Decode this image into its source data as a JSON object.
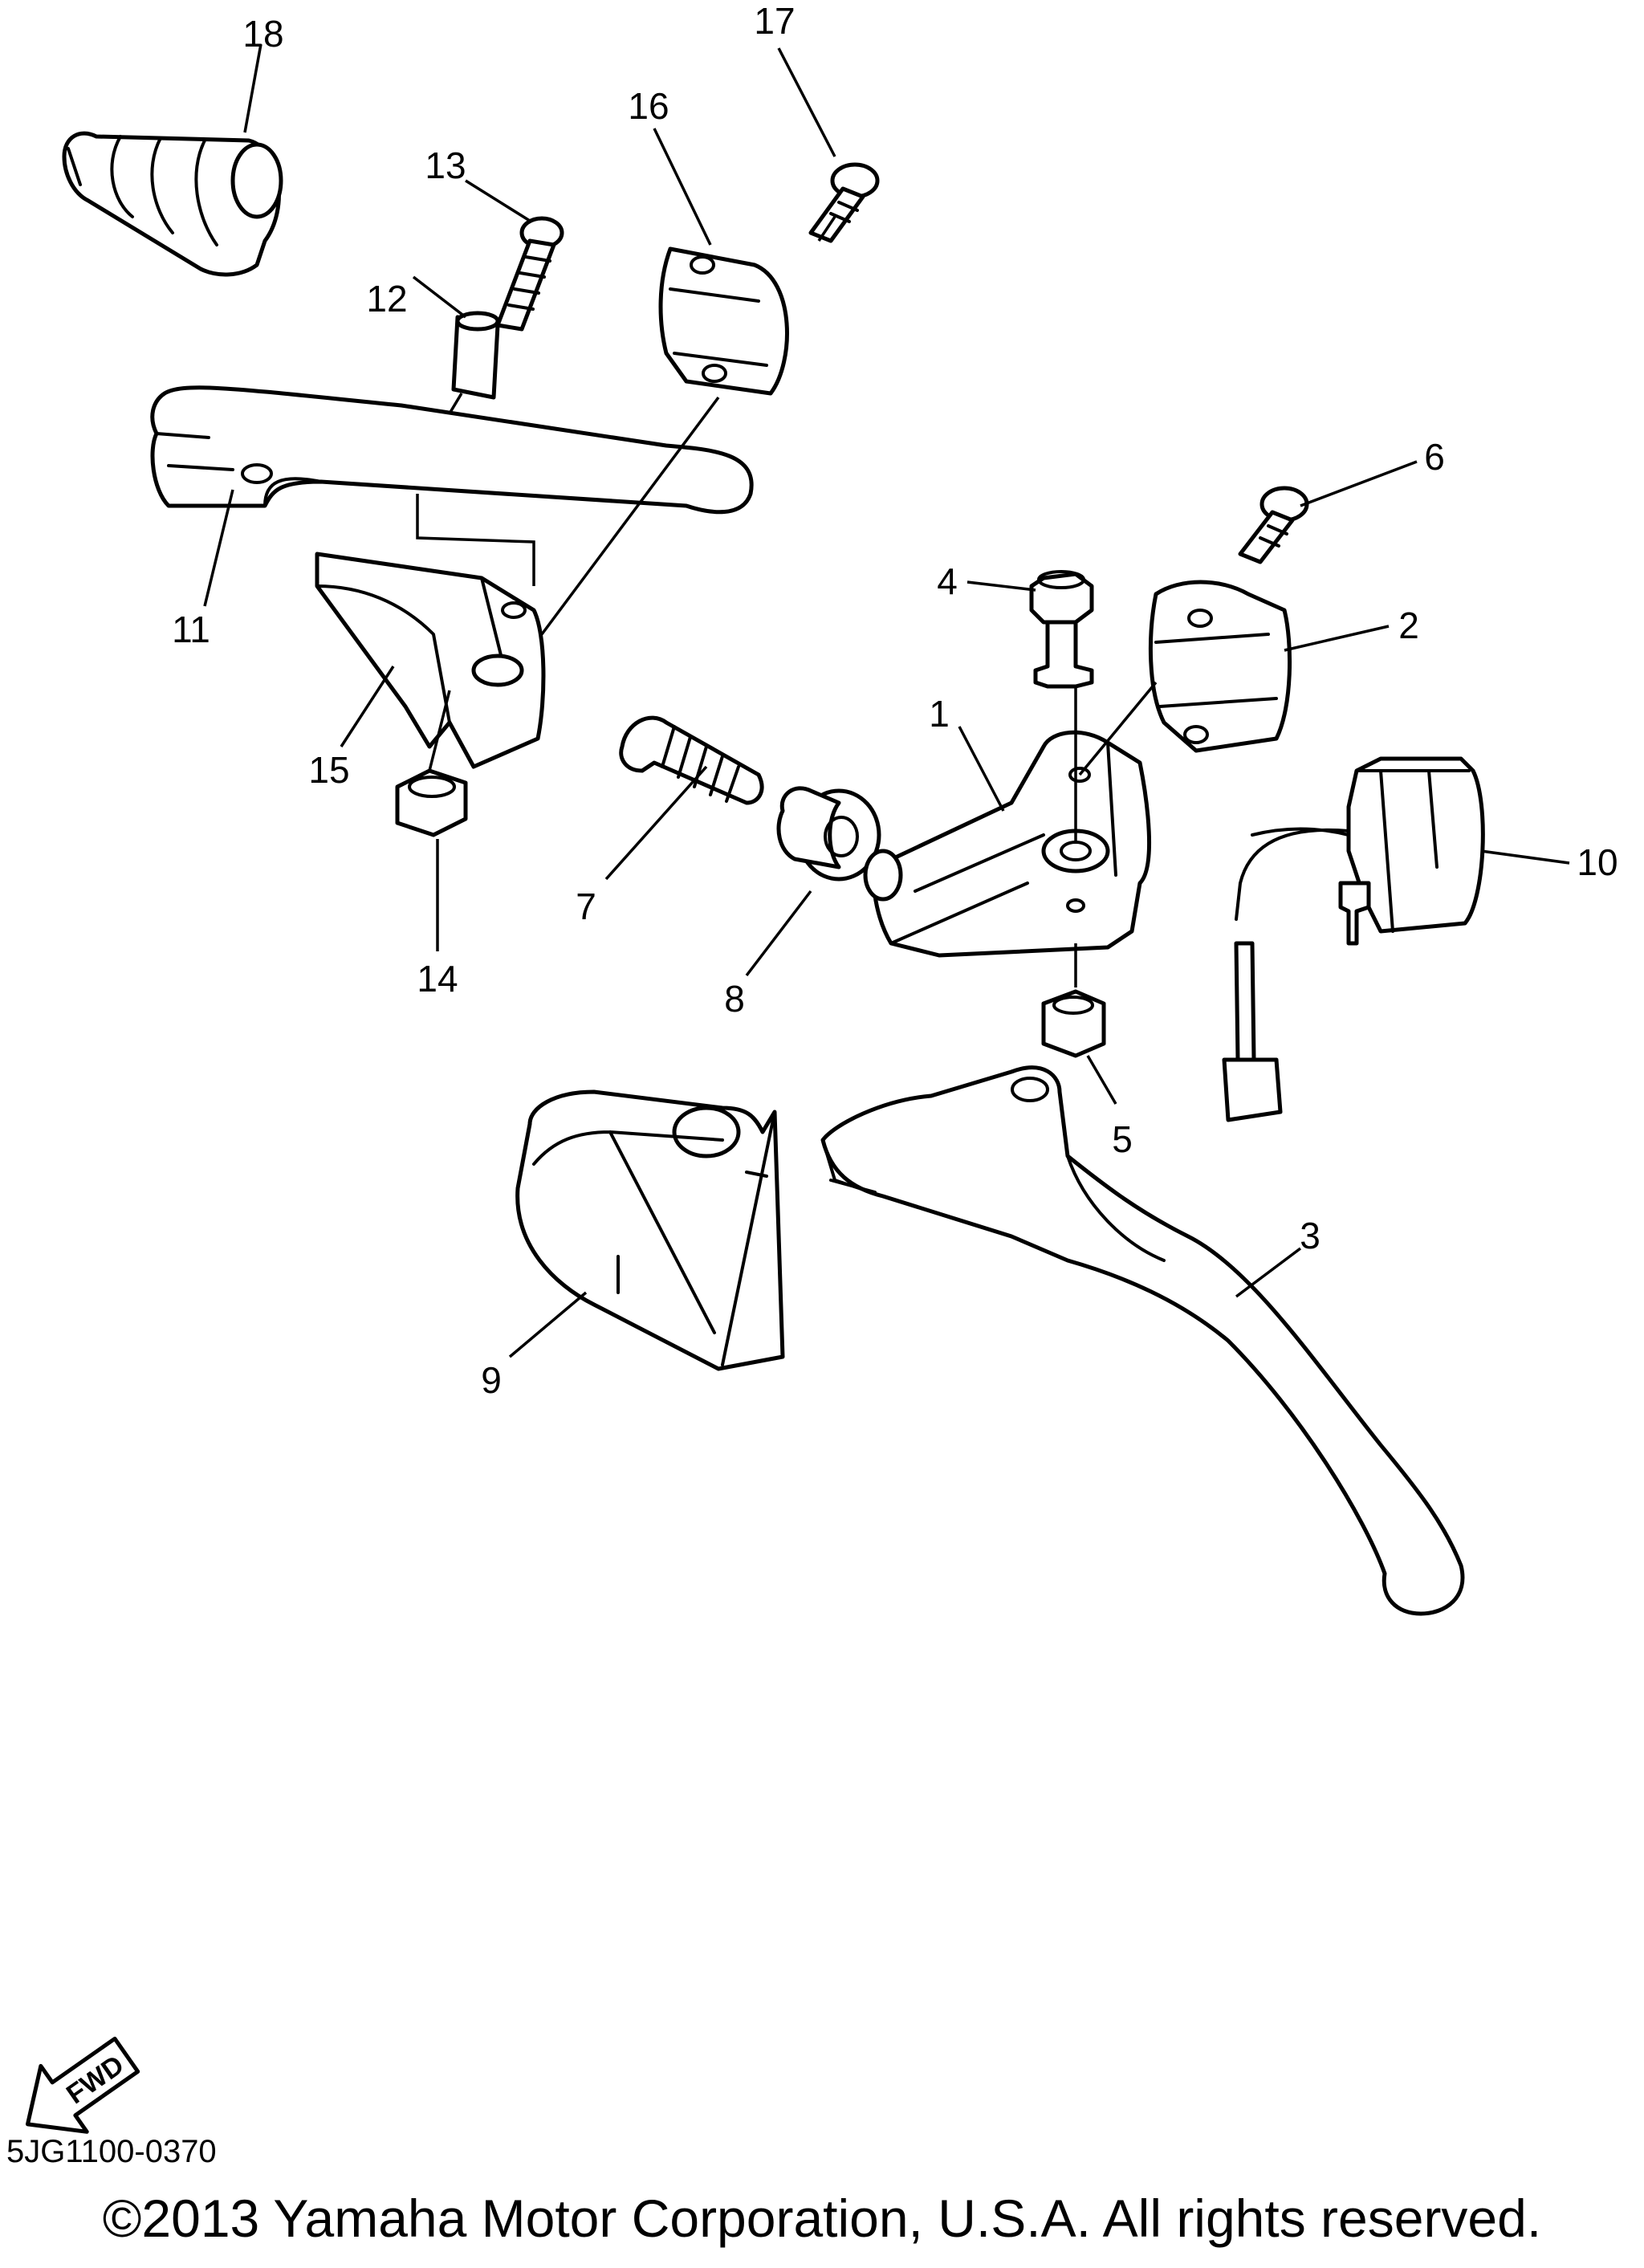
{
  "callouts": {
    "c1": "1",
    "c2": "2",
    "c3": "3",
    "c4": "4",
    "c5": "5",
    "c6": "6",
    "c7": "7",
    "c8": "8",
    "c9": "9",
    "c10": "10",
    "c11": "11",
    "c12": "12",
    "c13": "13",
    "c14": "14",
    "c15": "15",
    "c16": "16",
    "c17": "17",
    "c18": "18"
  },
  "fwd_arrow": {
    "label": "FWD",
    "icon": "fwd-arrow-icon"
  },
  "diagram_code": "5JG1100-0370",
  "copyright": "©2013 Yamaha Motor Corporation, U.S.A. All rights reserved."
}
